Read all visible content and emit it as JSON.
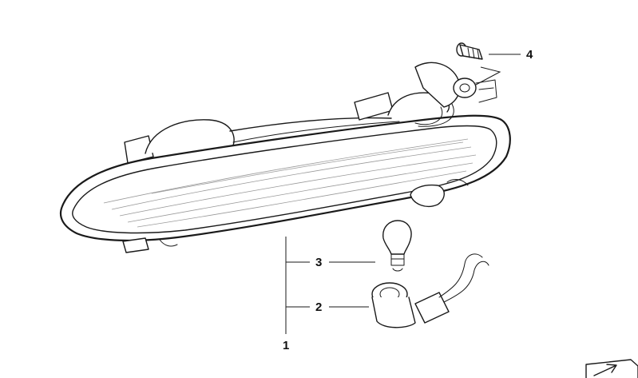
{
  "callouts": [
    {
      "id": "1",
      "label": "1"
    },
    {
      "id": "2",
      "label": "2"
    },
    {
      "id": "3",
      "label": "3"
    },
    {
      "id": "4",
      "label": "4"
    }
  ],
  "icons": {
    "view_direction": "arrow-view-icon"
  },
  "colors": {
    "line": "#1a1a1a",
    "background": "#ffffff"
  }
}
